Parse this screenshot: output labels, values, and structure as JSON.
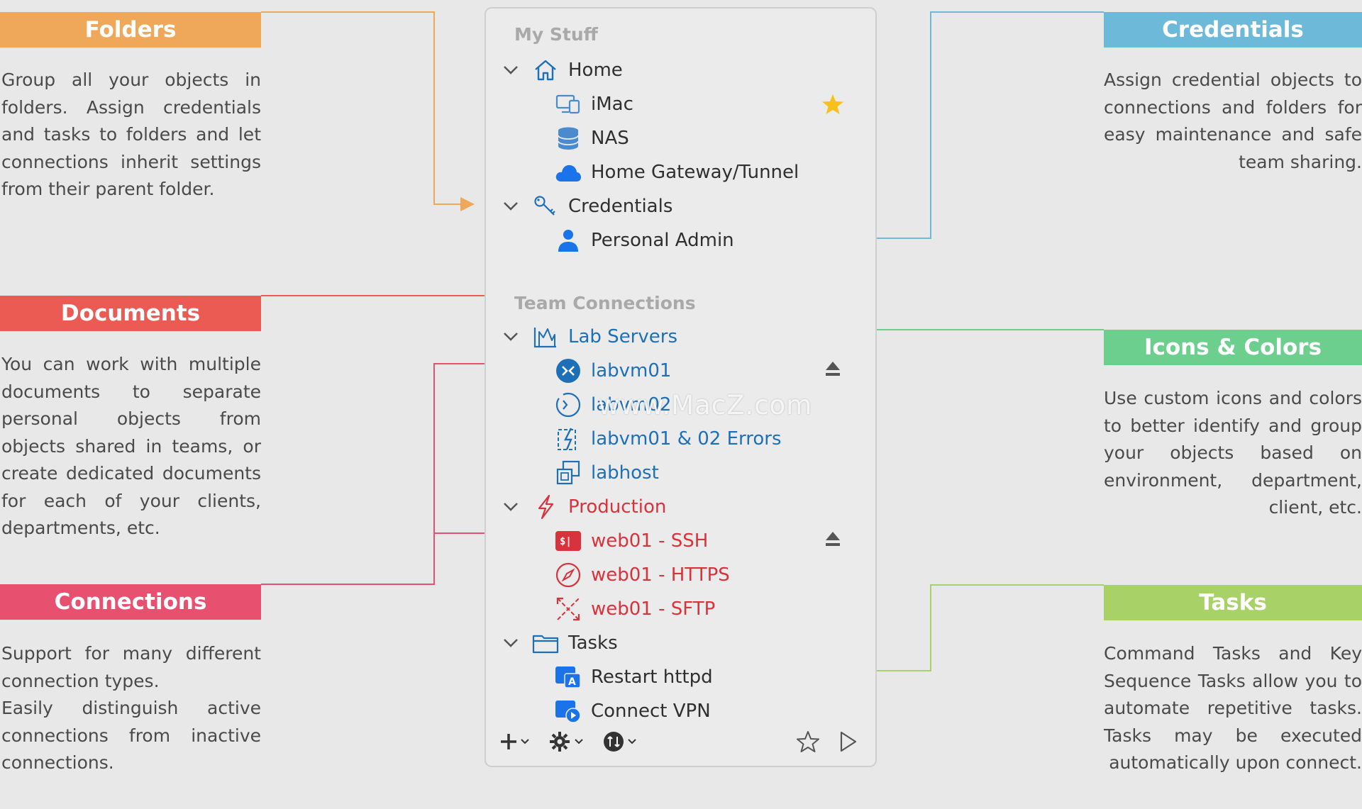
{
  "colors": {
    "folders": "#efa85a",
    "documents": "#ec5a54",
    "connections": "#e8506f",
    "credentials": "#6cb9da",
    "icons_colors": "#6ccf8e",
    "tasks": "#a8d268",
    "blue_text": "#1d70b8",
    "red_text": "#d8333c",
    "star": "#f7c11c"
  },
  "left": {
    "folders": {
      "title": "Folders",
      "text": "Group all your objects in folders. Assign credentials and tasks to folders and let connections inherit settings from their parent folder."
    },
    "documents": {
      "title": "Documents",
      "text": "You can work with multiple documents to separate personal objects from objects shared in teams, or create dedicated documents for each of your clients, departments, etc."
    },
    "connections": {
      "title": "Connections",
      "text_1": "Support for many different connection types.",
      "text_2": "Easily distinguish active connections from inactive connections."
    }
  },
  "right": {
    "credentials": {
      "title": "Credentials",
      "text": "Assign credential objects to connections and folders for easy maintenance and safe team sharing."
    },
    "icons_colors": {
      "title": "Icons & Colors",
      "text": "Use custom icons and colors to better identify and group your objects based on environment, department, client, etc."
    },
    "tasks": {
      "title": "Tasks",
      "text": "Command Tasks and Key Sequence Tasks allow you to automate repetitive tasks. Tasks may be executed automatically upon connect."
    }
  },
  "sidebar": {
    "my_stuff": "My Stuff",
    "home": "Home",
    "imac": "iMac",
    "nas": "NAS",
    "gateway": "Home Gateway/Tunnel",
    "credentials": "Credentials",
    "personal_admin": "Personal Admin",
    "team_connections": "Team Connections",
    "lab_servers": "Lab Servers",
    "labvm01": "labvm01",
    "labvm02": "labvm02",
    "labvm_errors": "labvm01 & 02 Errors",
    "labhost": "labhost",
    "production": "Production",
    "web01_ssh": "web01 - SSH",
    "web01_https": "web01 - HTTPS",
    "web01_sftp": "web01 - SFTP",
    "tasks": "Tasks",
    "restart_httpd": "Restart httpd",
    "connect_vpn": "Connect VPN"
  },
  "watermark": "www.MacZ.com"
}
